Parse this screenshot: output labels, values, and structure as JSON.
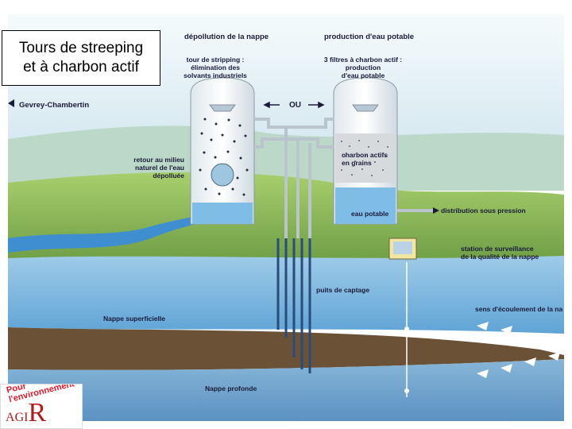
{
  "title": {
    "line1": "Tours de streeping",
    "line2": "et à charbon actif"
  },
  "headers": {
    "depollution": "dépollution de la nappe",
    "production": "production d'eau potable"
  },
  "labels": {
    "tower_stripping_1": "tour de stripping :",
    "tower_stripping_2": "élimination des",
    "tower_stripping_3": "solvants industriels",
    "filters_1": "3 filtres à charbon actif :",
    "filters_2": "production",
    "filters_3": "d'eau potable",
    "ou": "OU",
    "location": "Gevrey-Chambertin",
    "retour_1": "retour au milieu",
    "retour_2": "naturel de l'eau",
    "retour_3": "dépolluée",
    "charbon_1": "charbon actifs",
    "charbon_2": "en grains",
    "eau_potable": "eau potable",
    "distribution": "distribution sous pression",
    "station_1": "station de surveillance",
    "station_2": "de la qualité de la nappe",
    "puits": "puits de captage",
    "sens": "sens d'écoulement de la nappe",
    "nappe_superficielle": "Nappe superficielle",
    "nappe_profonde": "Nappe profonde"
  },
  "logo": {
    "top": "Pour l'environnement",
    "a": "A",
    "g": "G",
    "i": "I",
    "r": "R"
  },
  "colors": {
    "sky": "#d7eaf0",
    "hill_green": "#8fbf5a",
    "aquifer_blue": "#79b7df",
    "clay_brown": "#6b5236",
    "river_blue": "#3f8fd0",
    "pipe_gray": "#b9c4cc",
    "well_blue": "#2a4c7a"
  }
}
